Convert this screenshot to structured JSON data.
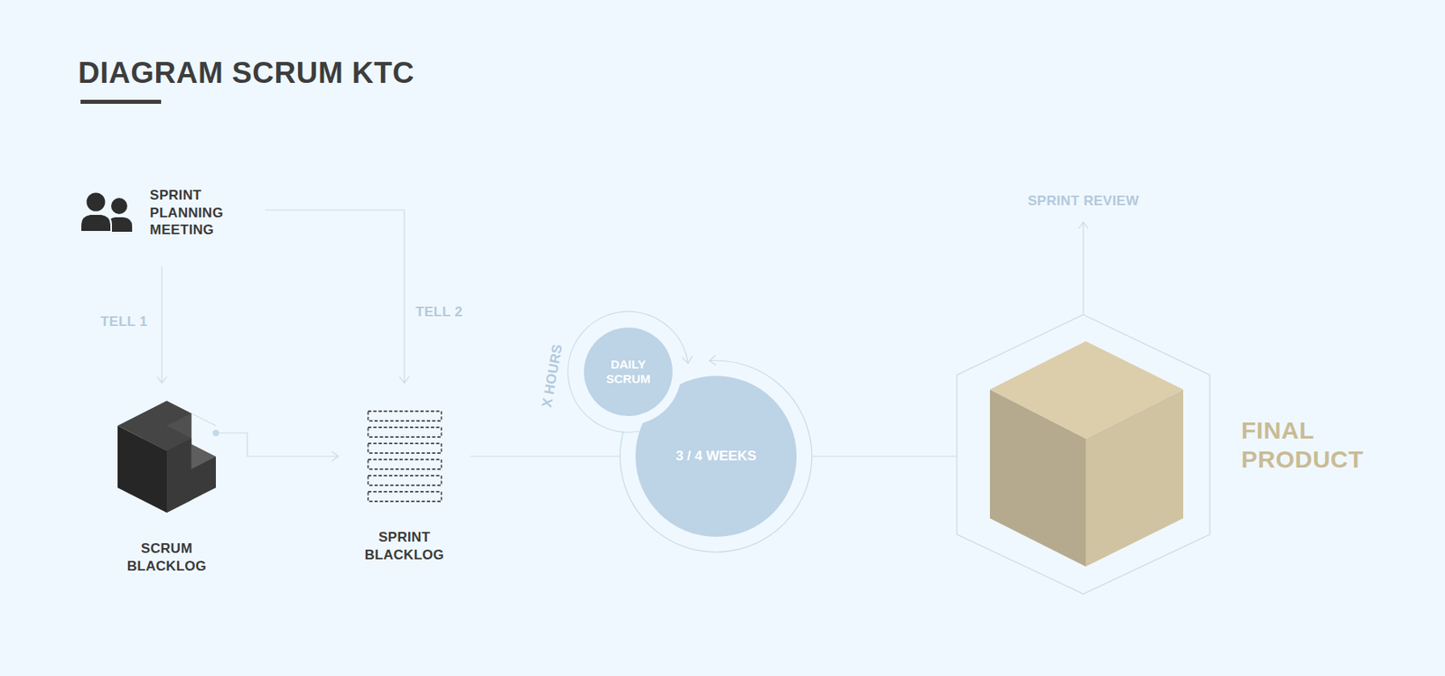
{
  "diagram": {
    "title": "DIAGRAM SCRUM KTC",
    "nodes": [
      {
        "text": [
          "SPRINT PLANNING MEETING"
        ]
      },
      {
        "text": [
          "SCRUM BLACKLOG"
        ]
      },
      {
        "text": [
          "SPRINT BLACKLOG"
        ]
      },
      {
        "text": [
          "DAILY SCRUM"
        ]
      },
      {
        "text": [
          "3 / 4 WEEKS"
        ]
      },
      {
        "text": [
          "SPRINT REVIEW"
        ]
      },
      {
        "text": [
          "FINAL PRODUCT"
        ]
      }
    ],
    "edges": [
      {
        "from": 0,
        "to": 1,
        "arrow": "to",
        "label": "TELL 1"
      },
      {
        "from": 0,
        "to": 2,
        "arrow": "to",
        "label": "TELL 2"
      },
      {
        "from": 1,
        "to": 2,
        "arrow": "to"
      },
      {
        "from": 2,
        "to": 4,
        "arrow": "none"
      },
      {
        "from": 4,
        "to": 6,
        "arrow": "none"
      },
      {
        "from": 6,
        "to": 5,
        "arrow": "to"
      }
    ],
    "labels": [
      "X HOURS"
    ]
  }
}
